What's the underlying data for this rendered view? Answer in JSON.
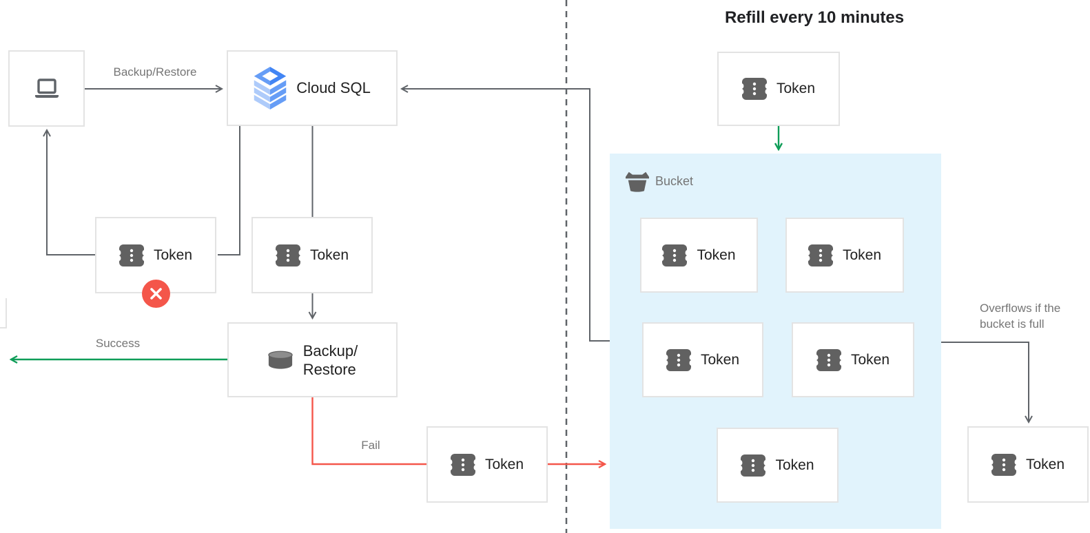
{
  "title": {
    "refill": "Refill every 10 minutes"
  },
  "nodes": {
    "client": {
      "icon": "laptop-icon"
    },
    "cloud_sql": {
      "label": "Cloud SQL",
      "icon": "cloud-sql-icon"
    },
    "token": {
      "label": "Token",
      "icon": "token-icon"
    },
    "backup_restore": {
      "label_line1": "Backup/",
      "label_line2": "Restore",
      "icon": "database-icon"
    },
    "bucket": {
      "label": "Bucket",
      "icon": "bucket-icon",
      "tokens_in_bucket": 5
    }
  },
  "edges": {
    "request_label": "Backup/Restore",
    "success_label": "Success",
    "fail_label": "Fail",
    "overflow_label_line1": "Overflows if the",
    "overflow_label_line2": "bucket is full"
  },
  "colors": {
    "success_green": "#0f9d58",
    "fail_red": "#f4564a",
    "badge_red": "#f4564a",
    "bucket_fill": "#e1f3fc",
    "line_gray": "#5f6368",
    "border_gray": "#e3e3e3",
    "icon_gray": "#616161",
    "label_gray": "#757575",
    "text_dark": "#212121",
    "cloud_sql_blue_dark": "#4285f4",
    "cloud_sql_blue_mid": "#669df6",
    "cloud_sql_blue_light": "#aecbfa"
  }
}
